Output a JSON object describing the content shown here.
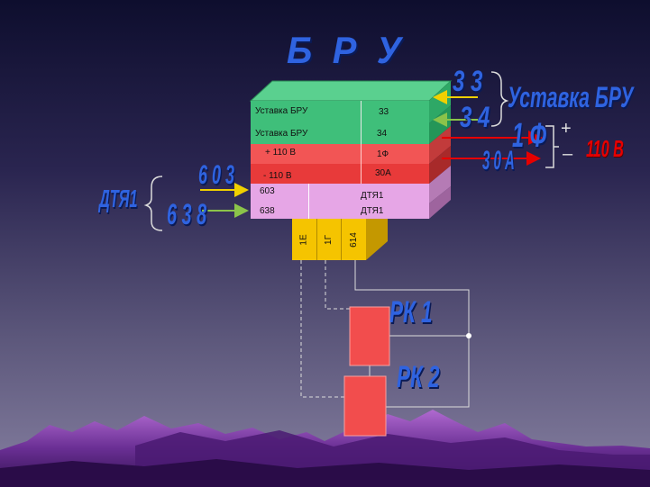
{
  "title": "Б Р У",
  "block_rows": [
    {
      "label": "Уставка БРУ",
      "value": "33",
      "color": "#3fbf7a"
    },
    {
      "label": "Уставка БРУ",
      "value": "34",
      "color": "#3fbf7a"
    },
    {
      "label": "+ 110 В",
      "value": "1Ф",
      "color": "#f25555"
    },
    {
      "label": "- 110 В",
      "value": "30А",
      "color": "#e83a3a"
    },
    {
      "label": "603",
      "value": "ДТЯ1",
      "color": "#e6a6e6"
    },
    {
      "label": "638",
      "value": "ДТЯ1",
      "color": "#e6a6e6"
    }
  ],
  "bottom_terminals": [
    "1Е",
    "1Г",
    "614"
  ],
  "right_labels": {
    "wire_33": "3 3",
    "wire_34": "3 4",
    "ustavka": "Уставка БРУ",
    "wire_1f": "1 Ф",
    "wire_30a": "3 0 А",
    "plus": "+",
    "minus": "–",
    "voltage": "110 В"
  },
  "left_labels": {
    "wire_603": "6 0 3",
    "wire_638": "6 3 8",
    "dtya": "ДТЯ1"
  },
  "relays": {
    "rk1": "РК 1",
    "rk2": "РК 2"
  },
  "colors": {
    "title_blue": "#2f63e0",
    "relay_red": "#f24d4d",
    "terminal_yellow": "#f5c400",
    "arrow_red": "#e60000",
    "arrow_green": "#8bc34a",
    "arrow_yellow": "#f0d000"
  }
}
